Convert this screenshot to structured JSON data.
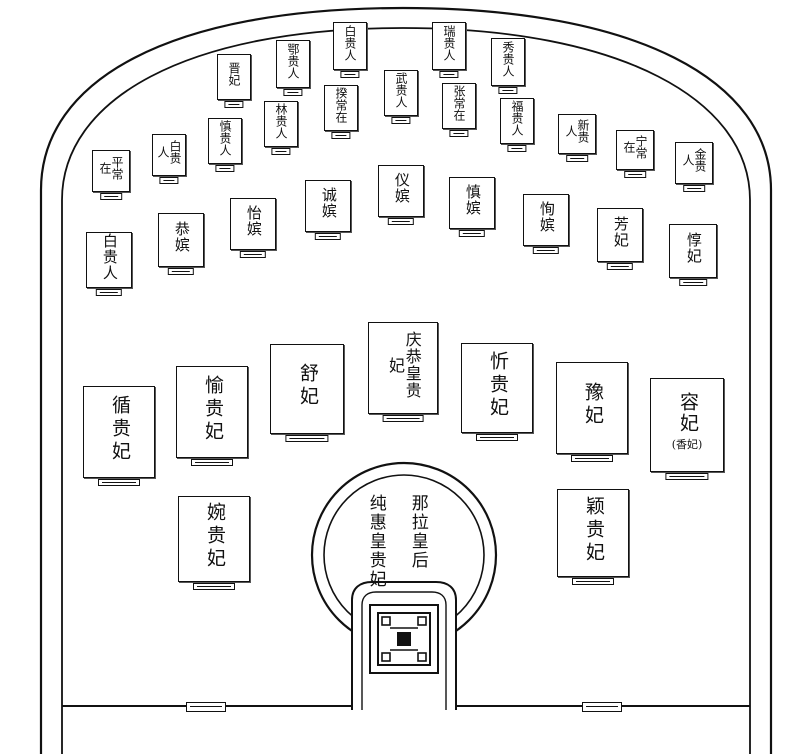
{
  "empress_chamber": {
    "left_label": "纯惠皇贵妃",
    "right_label": "那拉皇后"
  },
  "tombs": {
    "row_back": [
      {
        "id": "r1-1",
        "label": "晋妃"
      },
      {
        "id": "r1-2",
        "label": "鄂贵人"
      },
      {
        "id": "r1-3",
        "label": "白贵人"
      },
      {
        "id": "r1-4",
        "label": "瑞贵人"
      },
      {
        "id": "r1-5",
        "label": "秀贵人"
      },
      {
        "id": "r1-6",
        "label": "慎贵人"
      },
      {
        "id": "r1-7",
        "label": "揆常在"
      },
      {
        "id": "r1-8",
        "label": "武贵人"
      },
      {
        "id": "r1-9",
        "label": "张常在"
      },
      {
        "id": "r1-10",
        "label": "福贵人"
      },
      {
        "id": "r1-11",
        "label": "林贵人"
      },
      {
        "id": "r1-12",
        "label": "新贵人"
      },
      {
        "id": "r1-13",
        "label": "宁常在"
      },
      {
        "id": "r1-14",
        "label": "平常在"
      },
      {
        "id": "r1-15",
        "label": "金贵人"
      }
    ],
    "row_middle": [
      {
        "id": "r2-1",
        "label": "白贵人"
      },
      {
        "id": "r2-2",
        "label": "恭嫔"
      },
      {
        "id": "r2-3",
        "label": "怡嫔"
      },
      {
        "id": "r2-4",
        "label": "诚嫔"
      },
      {
        "id": "r2-5",
        "label": "仪嫔"
      },
      {
        "id": "r2-6",
        "label": "慎嫔"
      },
      {
        "id": "r2-7",
        "label": "恂嫔"
      },
      {
        "id": "r2-8",
        "label": "芳妃"
      },
      {
        "id": "r2-9",
        "label": "惇妃"
      }
    ],
    "row_front": [
      {
        "id": "r3-1",
        "label": "循贵妃"
      },
      {
        "id": "r3-2",
        "label": "愉贵妃"
      },
      {
        "id": "r3-3",
        "label": "舒妃"
      },
      {
        "id": "r3-4",
        "label": "庆恭皇贵妃"
      },
      {
        "id": "r3-5",
        "label": "忻贵妃"
      },
      {
        "id": "r3-6",
        "label": "豫妃"
      },
      {
        "id": "r3-7",
        "label": "容妃",
        "sub": "(香妃)"
      }
    ],
    "row_lower": [
      {
        "id": "r4-1",
        "label": "婉贵妃"
      },
      {
        "id": "r4-2",
        "label": "颖贵妃"
      }
    ]
  }
}
